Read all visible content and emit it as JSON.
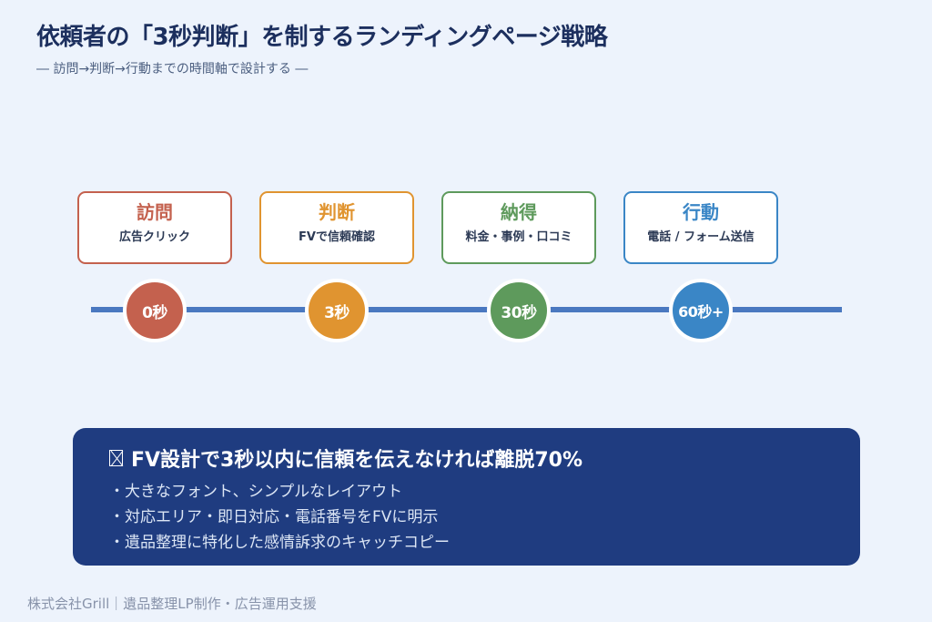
{
  "header": {
    "title": "依頼者の「3秒判断」を制するランディングページ戦略",
    "subtitle": "― 訪問→判断→行動までの時間軸で設計する ―"
  },
  "stages": [
    {
      "label": "訪問",
      "desc": "広告クリック",
      "time": "0秒",
      "color": "#c4614e"
    },
    {
      "label": "判断",
      "desc": "FVで信頼確認",
      "time": "3秒",
      "color": "#e09430"
    },
    {
      "label": "納得",
      "desc": "料金・事例・口コミ",
      "time": "30秒",
      "color": "#5e9a5c"
    },
    {
      "label": "行動",
      "desc": "電話 / フォーム送信",
      "time": "60秒+",
      "color": "#3a86c6"
    }
  ],
  "timeline": {
    "color": "#4a78c0"
  },
  "callout": {
    "icon": "missing-glyph-icon",
    "title": "FV設計で3秒以内に信頼を伝えなければ離脱70%",
    "bullets": [
      "・大きなフォント、シンプルなレイアウト",
      "・対応エリア・即日対応・電話番号をFVに明示",
      "・遺品整理に特化した感情訴求のキャッチコピー"
    ],
    "background": "#1f3c80"
  },
  "footer": {
    "text": "株式会社Grill｜遺品整理LP制作・広告運用支援"
  }
}
